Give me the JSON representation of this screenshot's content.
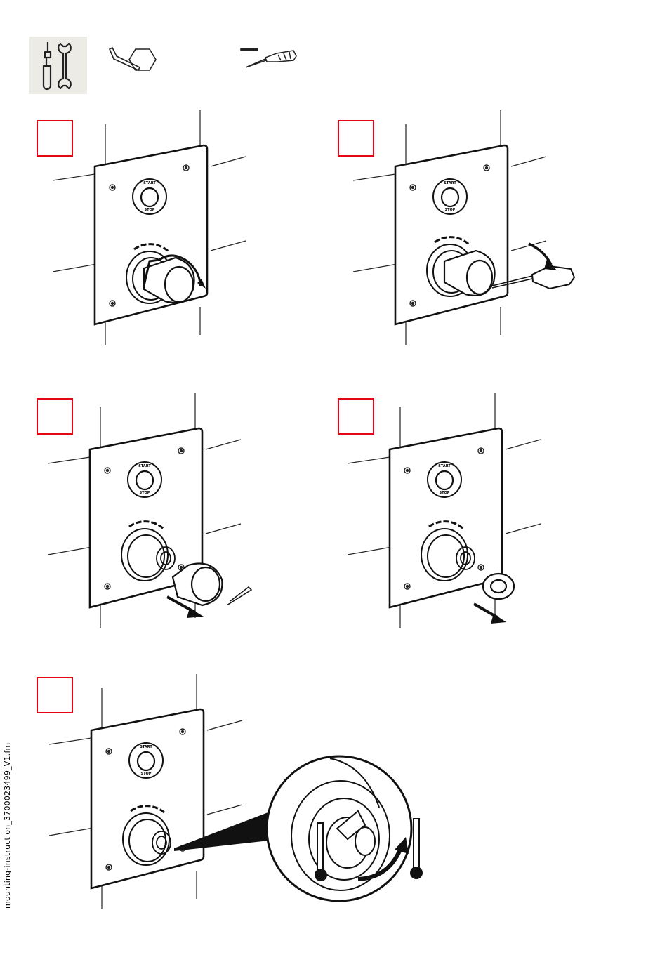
{
  "document": {
    "side_label": "mounting-instruction_3700023499_V1.fm",
    "button_top_text": "START",
    "button_bottom_text": "STOP",
    "step_frame_color": "#e30613"
  },
  "tools": [
    {
      "name": "general-tools-icon"
    },
    {
      "name": "hex-key-icon"
    },
    {
      "name": "flat-screwdriver-icon"
    }
  ],
  "steps": [
    {
      "name": "remove-handle",
      "label": ""
    },
    {
      "name": "lever-off-handle",
      "label": ""
    },
    {
      "name": "pull-handle-off",
      "label": ""
    },
    {
      "name": "remove-rosette",
      "label": ""
    },
    {
      "name": "adjust-temperature",
      "label": ""
    }
  ]
}
